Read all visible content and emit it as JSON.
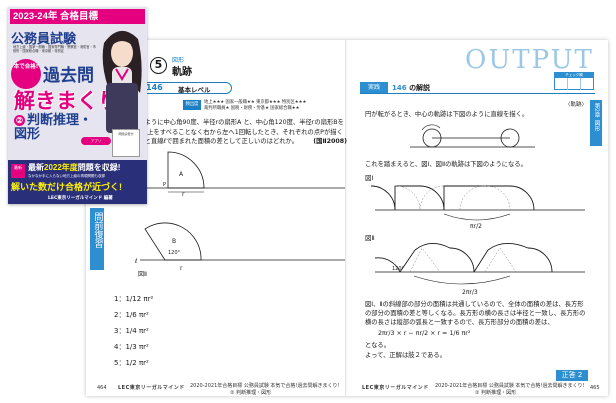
{
  "cover": {
    "year": "2023-24年 合格目標",
    "series_title": "公務員試験",
    "exam_list": "地方上級・国家一般職・国家専門職・警察官・消防官・市役所・国家総合職・東京都・特別区",
    "badge": "本で合格!",
    "kakomon": "過去問",
    "tokimakuri": "解きまくり!",
    "volume_number": "②",
    "volume_title_1": "判断推理・",
    "volume_title_2": "図形",
    "app_text": "問題演習が",
    "pill": "アプリ",
    "new_badge": "最新",
    "latest_pre": "最新",
    "latest_year": "2022年度",
    "latest_post": "問題",
    "latest_end": "を収録!",
    "small_note": "なかなか手に入らない地方上級の再現問題も収録",
    "gokaku": "解いた数だけ合格が近づく!",
    "publisher": "LEC東京リーガルマインド 編著"
  },
  "left_page": {
    "tab": "問前復習",
    "problem_number": "5",
    "category": "図形",
    "title": "軌跡",
    "question_label": "問題",
    "question_number": "146",
    "level": "基本レベル",
    "meta_label": "頻出度",
    "meta_row_1": "地上★★★   国家一般職★★   東京都★★★   特別区★★★",
    "meta_row_2": "裁判所職員★   国税・財務・労基★   国家総合職★★",
    "question_text": "次のように中心角90度、半径rの扇形A と、中心角120度、半径rの扇形Bを直線ℓ上をすべることなく右から左へ1回転したとき、それぞれの点Pが描く軌跡と直線ℓで囲まれた面積の差として正しいのはどれか。",
    "source": "(国Ⅱ2008)",
    "figure_label_A": "A",
    "figure_label_B": "B",
    "figure_angle": "120°",
    "figure_r": "r",
    "figure_P": "P",
    "figure_l": "ℓ",
    "figure_caption": "図Ⅱ",
    "answers": [
      {
        "no": "1",
        "text": "1/12 πr²"
      },
      {
        "no": "2",
        "text": "1/6 πr²"
      },
      {
        "no": "3",
        "text": "1/4 πr²"
      },
      {
        "no": "4",
        "text": "1/3 πr²"
      },
      {
        "no": "5",
        "text": "1/2 πr²"
      }
    ],
    "page_number": "464",
    "footer_brand": "LEC東京リーガルマインド",
    "footer_text": "2020-2021年合格目標 公務員試験 本気で合格!過去問解きまくり!",
    "footer_sub": "② 判断推理・図形"
  },
  "right_page": {
    "output_label": "OUTPUT",
    "practice_label": "実践",
    "practice_number": "146",
    "solution_label": "の解説",
    "check_label": "チェック欄",
    "side_tab_1": "第2章",
    "side_tab_2": "図形",
    "note": "〈軌跡〉",
    "para_1": "円が転がるとき、中心の軌跡は下図のように直線を描く。",
    "para_2": "これを踏まえると、図Ⅰ、図Ⅱの軌跡は下図のようになる。",
    "fig_1": "図Ⅰ",
    "fig_1_value": "πr/2",
    "fig_2": "図Ⅱ",
    "fig_2_value": "2πr/3",
    "fig_2_angle": "120°",
    "para_3": "図Ⅰ、Ⅱの斜線部の部分の面積は共通しているので、全体の面積の差は、長方形の部分の面積の差と等しくなる。長方形の横の長さは半径と一致し、長方形の横の長さは縦部の弧長と一致するので、長方形部分の面積の差は、",
    "formula": "2πr/3 × r − πr/2 × r = 1/6 πr²",
    "para_4": "となる。",
    "para_5": "よって、正解は肢２である。",
    "correct_label": "正答",
    "correct_value": "2",
    "page_number": "465",
    "footer_brand": "LEC東京リーガルマインド",
    "footer_text": "2020-2021年合格目標 公務員試験 本気で合格!過去問解きまくり!",
    "footer_sub": "② 判断推理・図形"
  },
  "colors": {
    "accent_blue": "#2e8fd0",
    "light_blue": "#9cc8e6",
    "magenta": "#e4007f",
    "navy": "#1f3f8f"
  }
}
